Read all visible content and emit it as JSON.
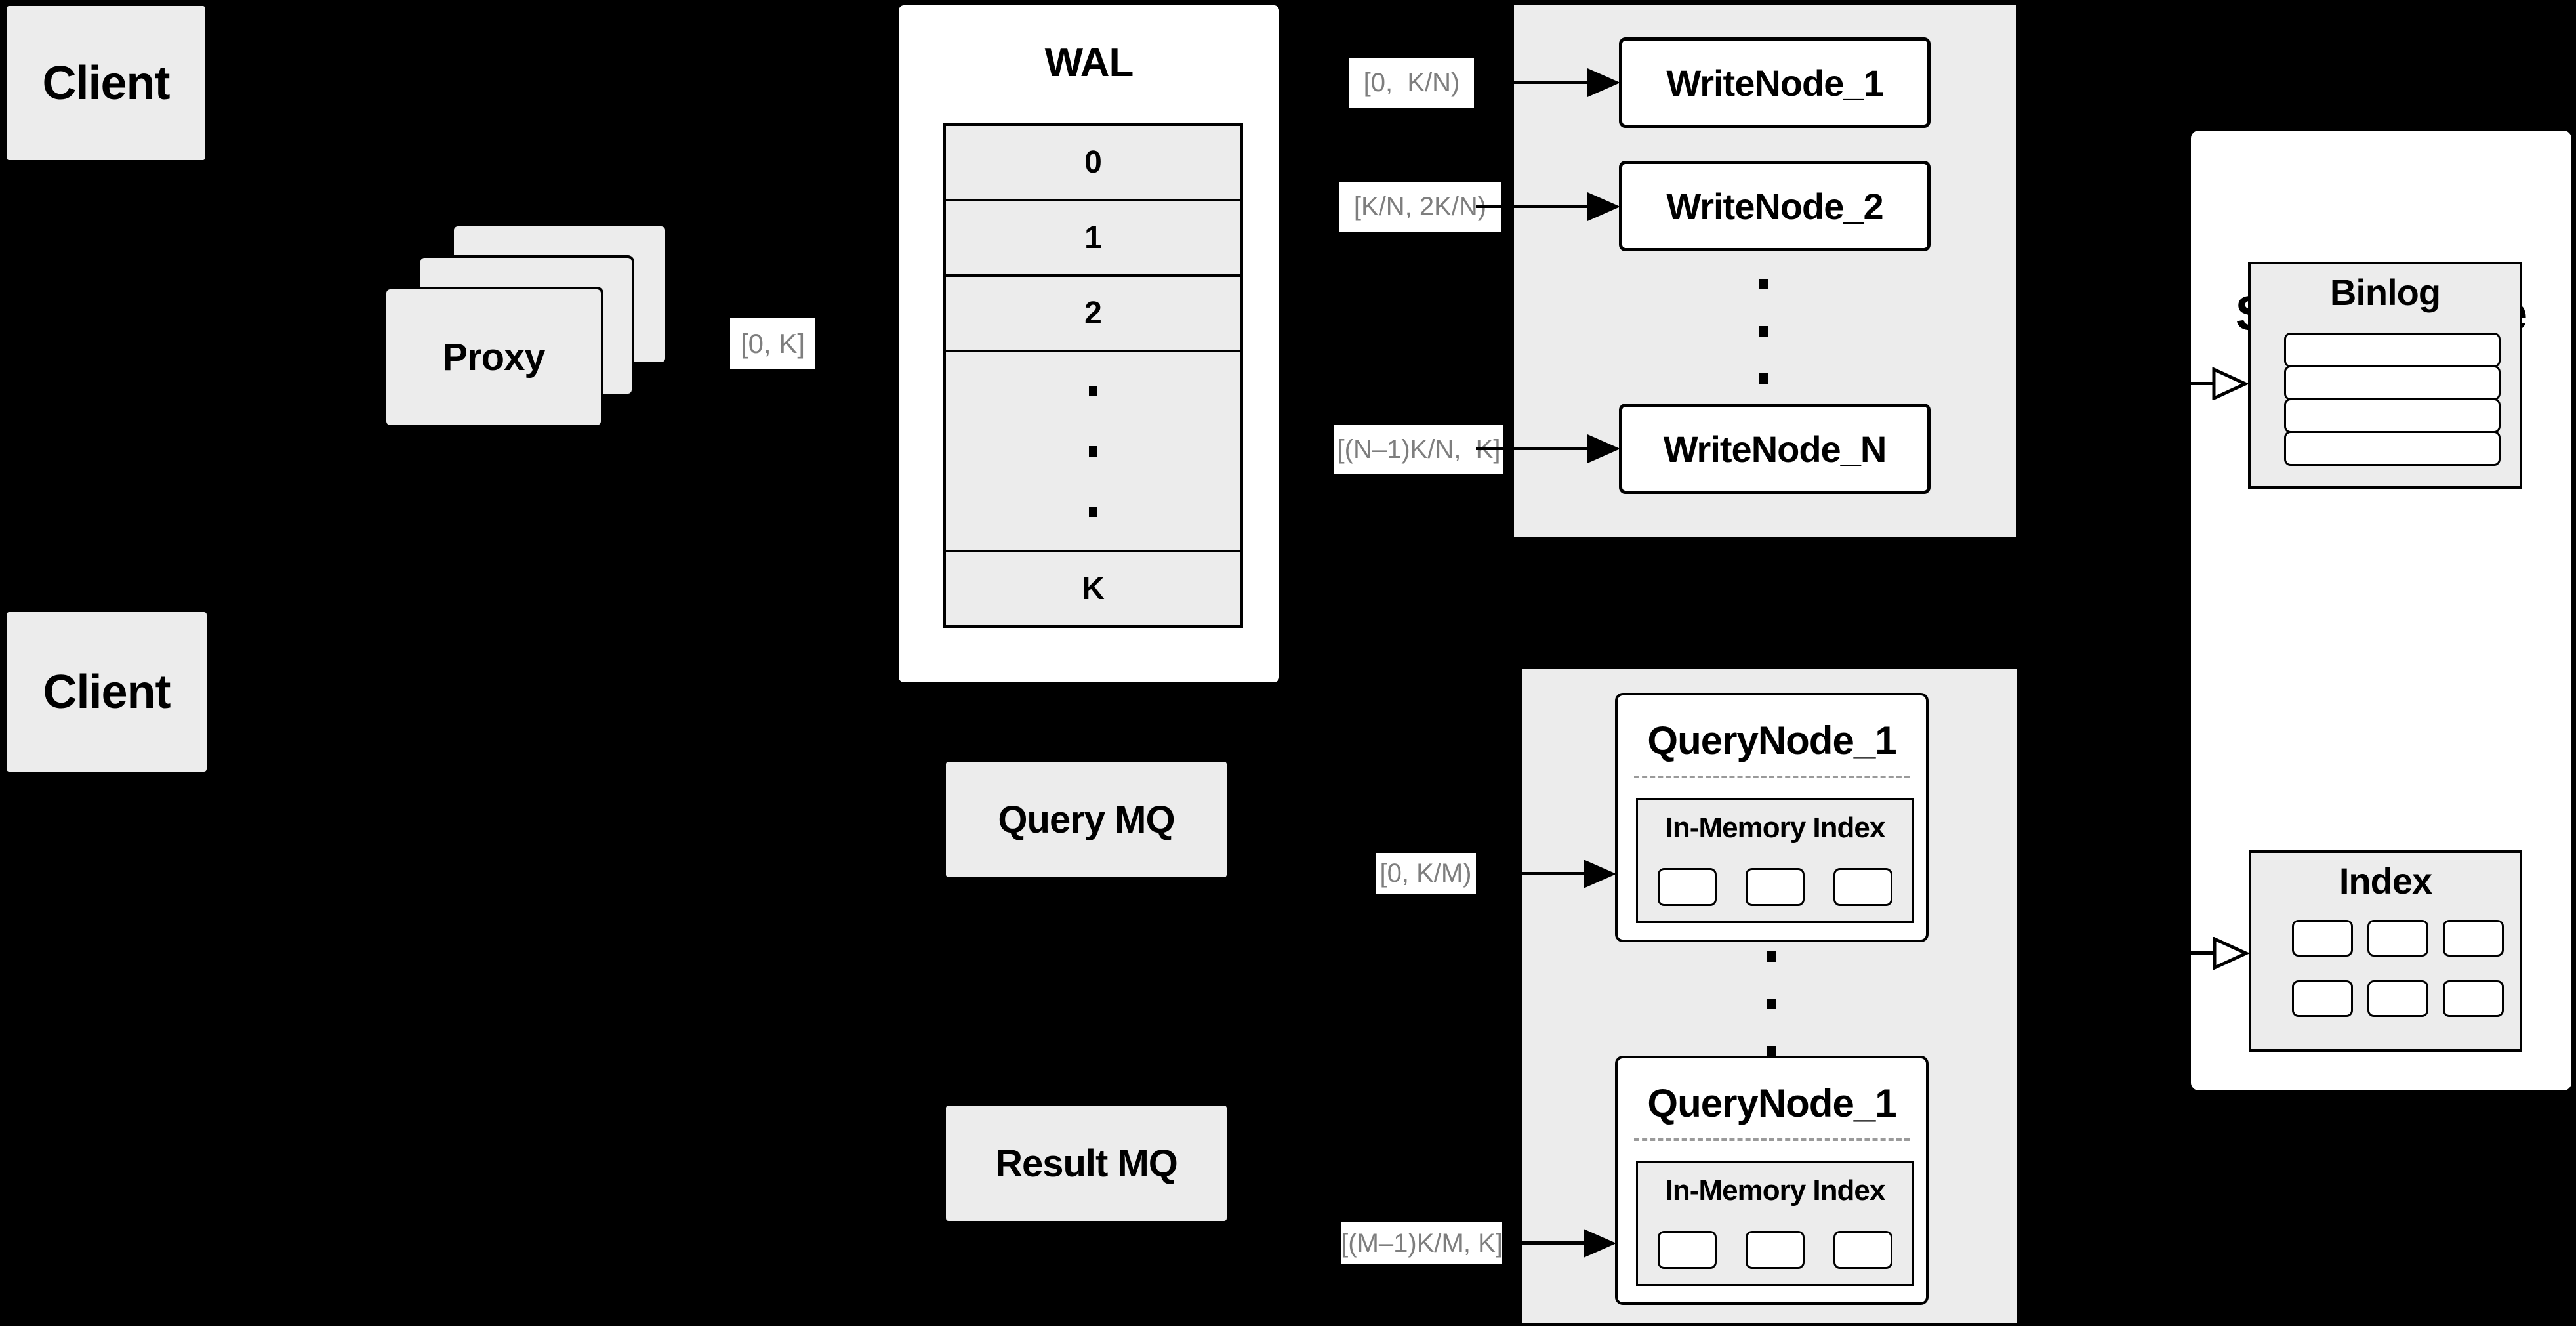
{
  "colors": {
    "background": "#000000",
    "box_fill": "#ececec",
    "white": "#ffffff",
    "border": "#000000",
    "range_text": "#7e7e7e",
    "dash": "#9a9a9a"
  },
  "clients": [
    {
      "label": "Client"
    },
    {
      "label": "Client"
    }
  ],
  "proxy": {
    "label": "Proxy",
    "range_to_wal": "[0, K]"
  },
  "wal": {
    "title": "WAL",
    "rows": [
      {
        "label": "0"
      },
      {
        "label": "1"
      },
      {
        "label": "2"
      },
      {
        "label": "K"
      }
    ]
  },
  "write_section": {
    "nodes": [
      {
        "label": "WriteNode_1",
        "range": "[0,  K/N)"
      },
      {
        "label": "WriteNode_2",
        "range": "[K/N, 2K/N)"
      },
      {
        "label": "WriteNode_N",
        "range": "[(N–1)K/N,  K]"
      }
    ]
  },
  "store_engine": {
    "title": "Store Engine",
    "binlog": {
      "title": "Binlog",
      "row_count": 4
    },
    "index": {
      "title": "Index",
      "cell_count": 6
    }
  },
  "mq": {
    "query": {
      "label": "Query MQ"
    },
    "result": {
      "label": "Result MQ"
    }
  },
  "query_section": {
    "nodes": [
      {
        "title": "QueryNode_1",
        "inner_title": "In-Memory Index",
        "range": "[0, K/M)"
      },
      {
        "title": "QueryNode_1",
        "inner_title": "In-Memory Index",
        "range": "[(M–1)K/M, K]"
      }
    ]
  }
}
